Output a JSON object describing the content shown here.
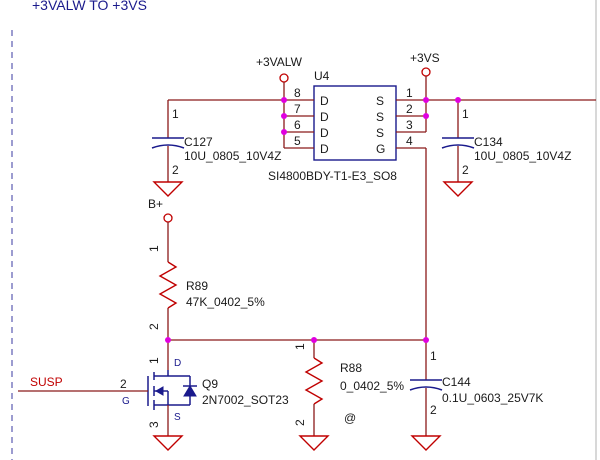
{
  "header_text": "+3VALW TO +3VS",
  "rails": {
    "valw": "+3VALW",
    "vs": "+3VS",
    "bplus": "B+"
  },
  "u4": {
    "ref": "U4",
    "part": "SI4800BDY-T1-E3_SO8",
    "left_pins": [
      {
        "num": "8",
        "name": "D"
      },
      {
        "num": "7",
        "name": "D"
      },
      {
        "num": "6",
        "name": "D"
      },
      {
        "num": "5",
        "name": "D"
      }
    ],
    "right_pins": [
      {
        "num": "1",
        "name": "S"
      },
      {
        "num": "2",
        "name": "S"
      },
      {
        "num": "3",
        "name": "S"
      },
      {
        "num": "4",
        "name": "G"
      }
    ]
  },
  "c127": {
    "ref": "C127",
    "value": "10U_0805_10V4Z",
    "pin1": "1",
    "pin2": "2"
  },
  "c134": {
    "ref": "C134",
    "value": "10U_0805_10V4Z",
    "pin1": "1",
    "pin2": "2"
  },
  "r89": {
    "ref": "R89",
    "value": "47K_0402_5%",
    "pin1": "1",
    "pin2": "2"
  },
  "r88": {
    "ref": "R88",
    "value": "0_0402_5%",
    "pin1": "1",
    "pin2": "2"
  },
  "c144": {
    "ref": "C144",
    "value": "0.1U_0603_25V7K",
    "pin1": "1",
    "pin2": "2"
  },
  "q9": {
    "ref": "Q9",
    "part": "2N7002_SOT23",
    "pin_g": "2",
    "pin_d": "1",
    "pin_s": "3",
    "label_g": "G",
    "label_d": "D",
    "label_s": "S"
  },
  "susp_net": "SUSP",
  "at_symbol": "@"
}
